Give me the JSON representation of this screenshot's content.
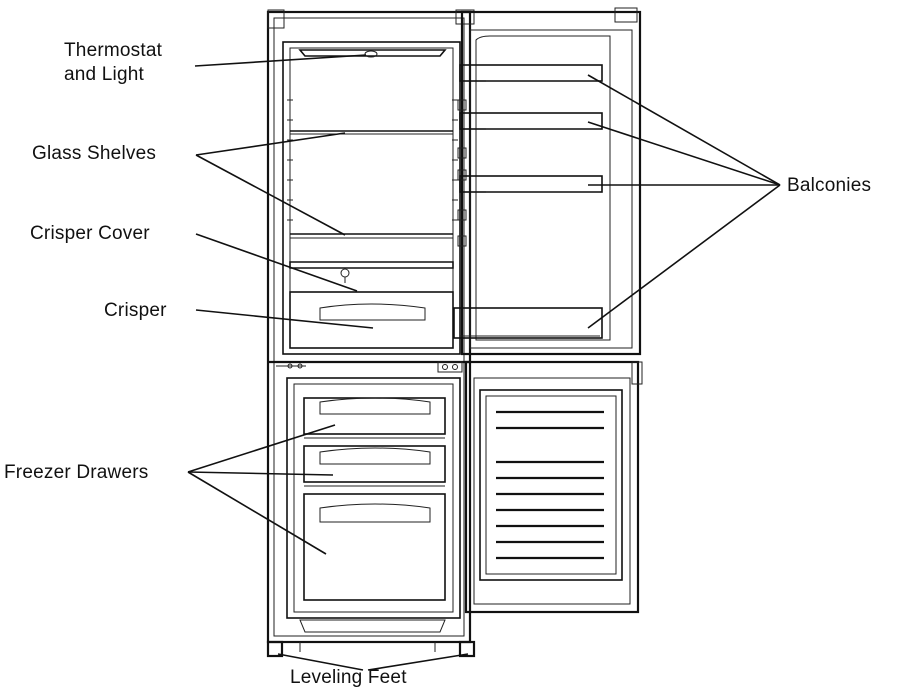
{
  "labels": {
    "thermostat_line1": "Thermostat",
    "thermostat_line2": "and Light",
    "glass_shelves": "Glass Shelves",
    "crisper_cover": "Crisper Cover",
    "crisper": "Crisper",
    "freezer_drawers": "Freezer Drawers",
    "balconies": "Balconies",
    "leveling_feet": "Leveling Feet"
  }
}
